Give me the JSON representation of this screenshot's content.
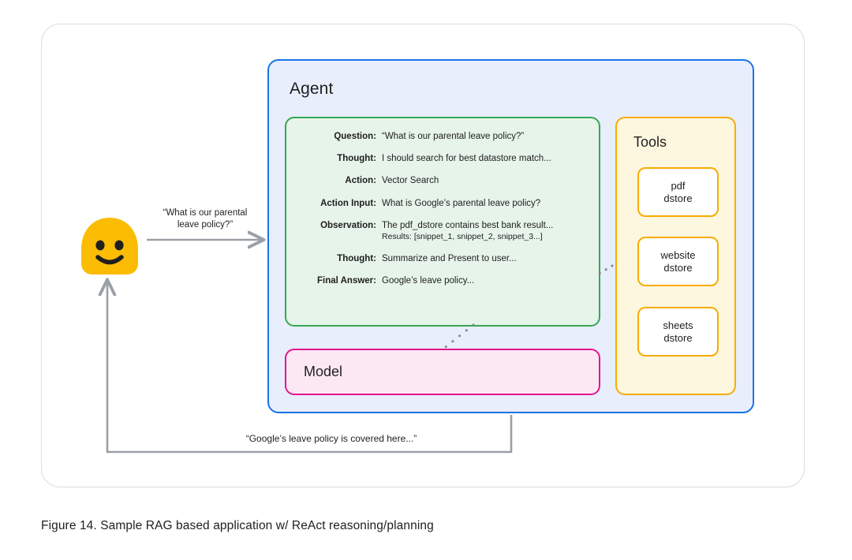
{
  "figure": {
    "caption": "Figure 14. Sample RAG based application w/ ReAct reasoning/planning"
  },
  "agent": {
    "title": "Agent",
    "accent_color": "#1a73e8",
    "fill_color": "#e8eefc"
  },
  "react_trace": {
    "accent_color": "#34a853",
    "fill_color": "#e6f4ea",
    "rows": [
      {
        "label": "Question:",
        "value": "“What is our parental leave policy?”"
      },
      {
        "label": "Thought:",
        "value": "I should search for best datastore match..."
      },
      {
        "label": "Action:",
        "value": "Vector Search"
      },
      {
        "label": "Action Input:",
        "value": "What is Google’s parental leave policy?"
      },
      {
        "label": "Observation:",
        "value": "The pdf_dstore contains best bank result...",
        "value2": "Results: [snippet_1, snippet_2, snippet_3...]"
      },
      {
        "label": "Thought:",
        "value": "Summarize and Present to user..."
      },
      {
        "label": "Final Answer:",
        "value": "Google’s leave policy..."
      }
    ]
  },
  "model": {
    "title": "Model",
    "accent_color": "#e5158e",
    "fill_color": "#fce8f3"
  },
  "tools": {
    "title": "Tools",
    "accent_color": "#f9ab00",
    "fill_color": "#fef7e0",
    "items": [
      {
        "label": "pdf\ndstore"
      },
      {
        "label": "website\ndstore"
      },
      {
        "label": "sheets\ndstore"
      }
    ]
  },
  "user": {
    "avatar_color": "#fbbc04",
    "avatar_name": "smiling-face-avatar"
  },
  "flow": {
    "question_label": "“What is our parental\nleave policy?”",
    "answer_label": "“Google’s leave policy is covered here...”",
    "arrow_color": "#9aa0a6",
    "dotted_color": "#80868b"
  }
}
